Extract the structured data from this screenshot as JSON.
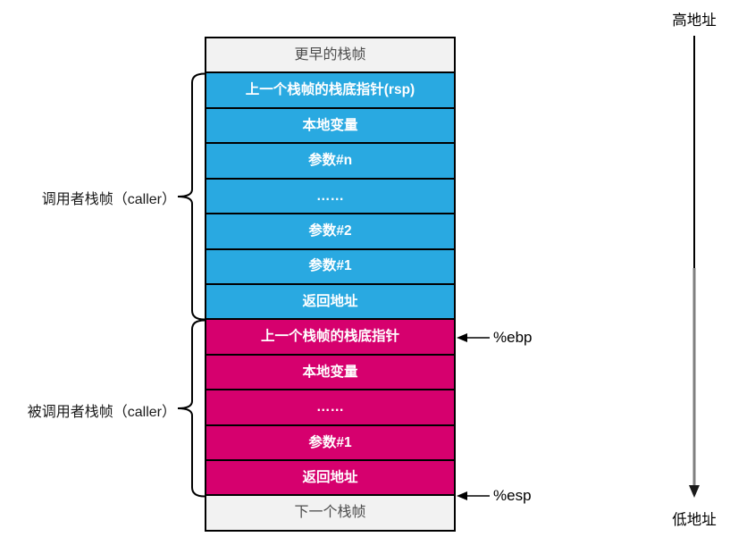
{
  "stack": {
    "rows": [
      {
        "label": "更早的栈帧",
        "type": "frame-boundary"
      },
      {
        "label": "上一个栈帧的栈底指针(rsp)",
        "type": "caller"
      },
      {
        "label": "本地变量",
        "type": "caller"
      },
      {
        "label": "参数#n",
        "type": "caller"
      },
      {
        "label": "……",
        "type": "caller"
      },
      {
        "label": "参数#2",
        "type": "caller"
      },
      {
        "label": "参数#1",
        "type": "caller"
      },
      {
        "label": "返回地址",
        "type": "caller"
      },
      {
        "label": "上一个栈帧的栈底指针",
        "type": "callee"
      },
      {
        "label": "本地变量",
        "type": "callee"
      },
      {
        "label": "……",
        "type": "callee"
      },
      {
        "label": "参数#1",
        "type": "callee"
      },
      {
        "label": "返回地址",
        "type": "callee"
      },
      {
        "label": "下一个栈帧",
        "type": "frame-boundary"
      }
    ]
  },
  "braces": [
    {
      "label": "调用者栈帧（caller）"
    },
    {
      "label": "被调用者栈帧（caller）"
    }
  ],
  "registers": [
    {
      "label": "%ebp"
    },
    {
      "label": "%esp"
    }
  ],
  "addresses": {
    "high": "高地址",
    "low": "低地址"
  },
  "colors": {
    "caller_fill": "#29A9E1",
    "callee_fill": "#D6006E",
    "boundary_fill": "#F2F2F2",
    "border": "#000000",
    "text_on_color": "#FFFFFF",
    "boundary_text": "#4D4D4D"
  }
}
